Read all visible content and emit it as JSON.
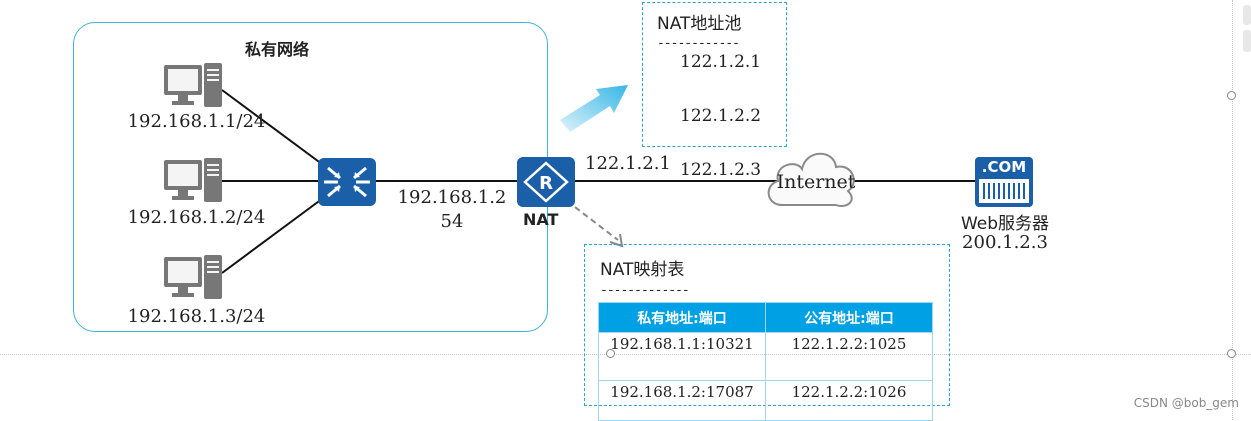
{
  "private_network": {
    "title": "私有网络",
    "hosts": [
      {
        "ip": "192.168.1.1/24"
      },
      {
        "ip": "192.168.1.2/24"
      },
      {
        "ip": "192.168.1.3/24"
      }
    ]
  },
  "switch_ip": "192.168.1.254",
  "nat_router": {
    "label": "NAT",
    "public_ip": "122.1.2.1"
  },
  "nat_pool": {
    "title": "NAT地址池",
    "divider": "------------",
    "addresses": [
      "122.1.2.1",
      "122.1.2.2",
      "122.1.2.3"
    ]
  },
  "internet_label": "Internet",
  "web_server": {
    "icon_text": ".COM",
    "name": "Web服务器",
    "ip": "200.1.2.3"
  },
  "nat_table": {
    "title": "NAT映射表",
    "divider": "-------------",
    "headers": [
      "私有地址:端口",
      "公有地址:端口"
    ],
    "rows": [
      [
        "192.168.1.1:10321",
        "122.1.2.2:1025"
      ],
      [
        "192.168.1.2:17087",
        "122.1.2.2:1026"
      ]
    ]
  },
  "credit": "CSDN @bob_gem",
  "colors": {
    "accent": "#3cb4d8",
    "device_blue": "#1a5fa8",
    "table_header": "#00a0e4"
  }
}
